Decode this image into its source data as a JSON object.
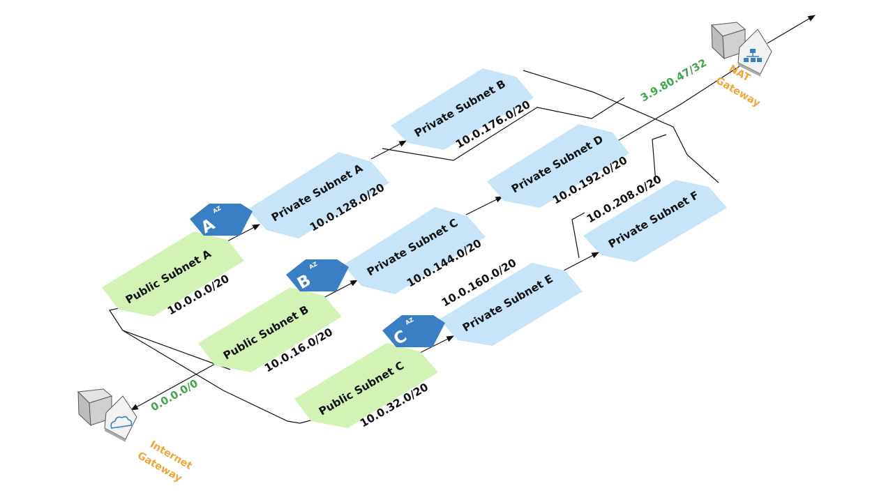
{
  "diagram": {
    "colors": {
      "public_subnet": "#d3f3b6",
      "private_subnet": "#c7e4f9",
      "az_badge": "#3a7fc3",
      "cidr_green": "#3ea64a",
      "gateway_orange": "#f0a63a",
      "line": "#111111"
    },
    "availability_zones": [
      {
        "id": "az-a",
        "tag": "AZ",
        "letter": "A"
      },
      {
        "id": "az-b",
        "tag": "AZ",
        "letter": "B"
      },
      {
        "id": "az-c",
        "tag": "AZ",
        "letter": "C"
      }
    ],
    "public_subnets": [
      {
        "id": "public-subnet-a",
        "name": "Public Subnet A",
        "cidr": "10.0.0.0/20"
      },
      {
        "id": "public-subnet-b",
        "name": "Public Subnet B",
        "cidr": "10.0.16.0/20"
      },
      {
        "id": "public-subnet-c",
        "name": "Public Subnet C",
        "cidr": "10.0.32.0/20"
      }
    ],
    "private_subnets": [
      {
        "id": "private-subnet-a",
        "name": "Private Subnet A",
        "cidr": "10.0.128.0/20"
      },
      {
        "id": "private-subnet-b",
        "name": "Private Subnet B",
        "cidr": "10.0.176.0/20"
      },
      {
        "id": "private-subnet-c",
        "name": "Private Subnet C",
        "cidr": "10.0.144.0/20"
      },
      {
        "id": "private-subnet-d",
        "name": "Private Subnet D",
        "cidr": "10.0.192.0/20"
      },
      {
        "id": "private-subnet-e",
        "name": "Private Subnet E",
        "cidr": "10.0.160.0/20"
      },
      {
        "id": "private-subnet-f",
        "name": "Private Subnet F",
        "cidr": "10.0.208.0/20"
      }
    ],
    "internet_gateway": {
      "label_line1": "Internet",
      "label_line2": "Gateway",
      "route": "0.0.0.0/0",
      "icon": "cloud-icon"
    },
    "nat_gateway": {
      "label_line1": "NAT",
      "label_line2": "Gateway",
      "address": "3.9.80.47/32",
      "icon": "network-hierarchy-icon"
    }
  }
}
